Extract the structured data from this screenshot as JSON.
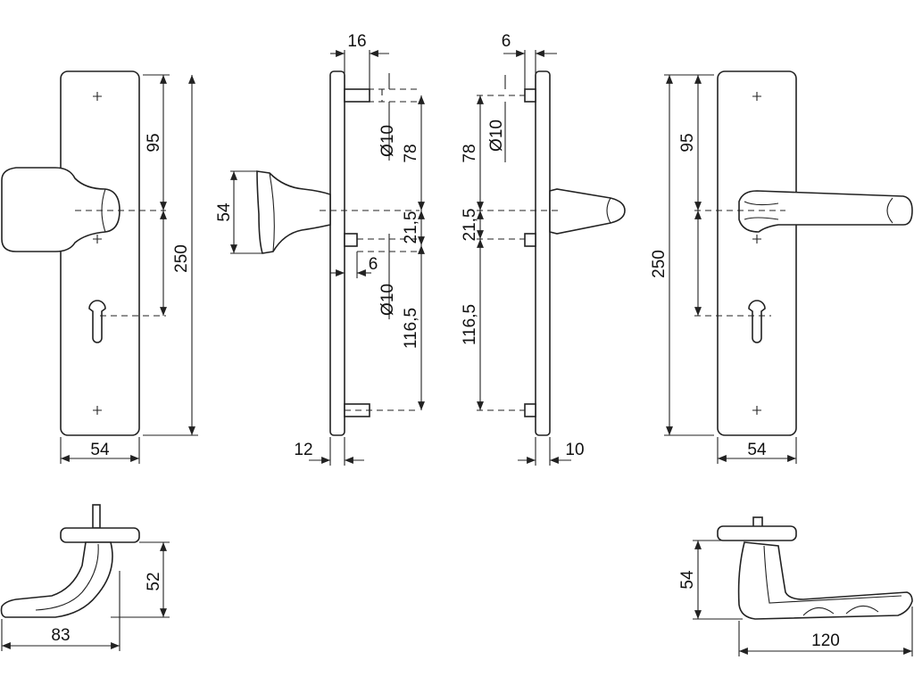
{
  "dimensions": {
    "front_knob_width": "54",
    "front_knob_upper": "95",
    "front_knob_total": "250",
    "side_knob_pin_length": "16",
    "side_knob_knob_height": "54",
    "side_knob_hole_top": "Ø10",
    "side_knob_dist_78": "78",
    "side_knob_dist_21_5": "21,5",
    "side_knob_pin_6": "6",
    "side_knob_hole_mid": "Ø10",
    "side_knob_dist_116_5": "116,5",
    "side_knob_plate_12": "12",
    "side_lever_pin_6": "6",
    "side_lever_hole_top": "Ø10",
    "side_lever_dist_78": "78",
    "side_lever_dist_21_5": "21,5",
    "side_lever_dist_116_5": "116,5",
    "side_lever_plate_10": "10",
    "front_lever_upper": "95",
    "front_lever_total": "250",
    "front_lever_width": "54",
    "knob_top_height": "52",
    "knob_top_length": "83",
    "lever_top_height": "54",
    "lever_top_length": "120"
  }
}
